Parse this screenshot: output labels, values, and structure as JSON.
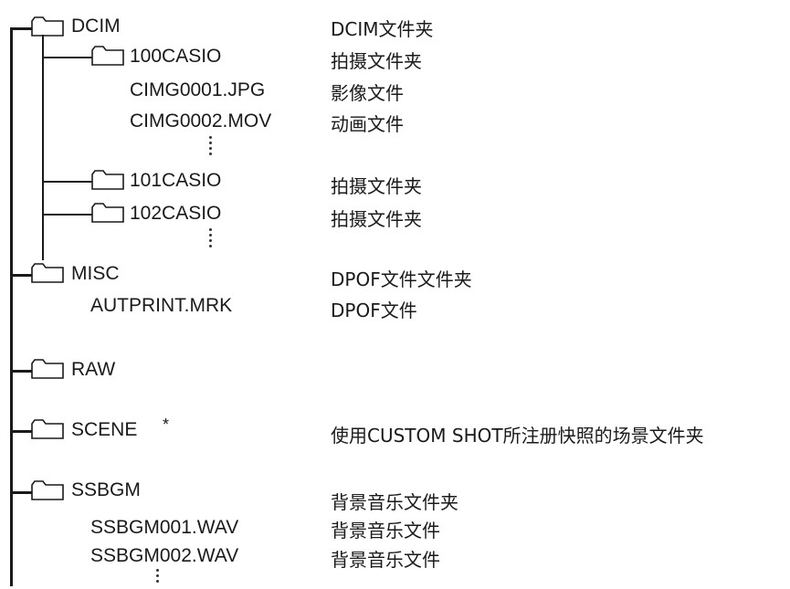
{
  "tree": {
    "root_folders": {
      "dcim": {
        "name": "DCIM",
        "desc": "DCIM文件夹"
      },
      "dcim_sub_100": {
        "name": "100CASIO",
        "desc": "拍摄文件夹"
      },
      "dcim_file_jpg": {
        "name": "CIMG0001.JPG",
        "desc": "影像文件"
      },
      "dcim_file_mov": {
        "name": "CIMG0002.MOV",
        "desc": "动画文件"
      },
      "dcim_sub_101": {
        "name": "101CASIO",
        "desc": "拍摄文件夹"
      },
      "dcim_sub_102": {
        "name": "102CASIO",
        "desc": "拍摄文件夹"
      },
      "misc": {
        "name": "MISC",
        "desc": "DPOF文件文件夹"
      },
      "misc_file": {
        "name": "AUTPRINT.MRK",
        "desc": "DPOF文件"
      },
      "raw": {
        "name": "RAW"
      },
      "scene": {
        "name": "SCENE",
        "mark": "*",
        "desc": "使用CUSTOM SHOT所注册快照的场景文件夹"
      },
      "ssbgm": {
        "name": "SSBGM",
        "desc": "背景音乐文件夹"
      },
      "ssbgm_file_1": {
        "name": "SSBGM001.WAV",
        "desc": "背景音乐文件"
      },
      "ssbgm_file_2": {
        "name": "SSBGM002.WAV",
        "desc": "背景音乐文件"
      }
    }
  },
  "colors": {
    "line": "#1a1a1a",
    "text": "#1a1a1a",
    "background": "#ffffff"
  },
  "icons": {
    "folder": "folder-icon",
    "ellipsis": "vertical-ellipsis-icon"
  }
}
